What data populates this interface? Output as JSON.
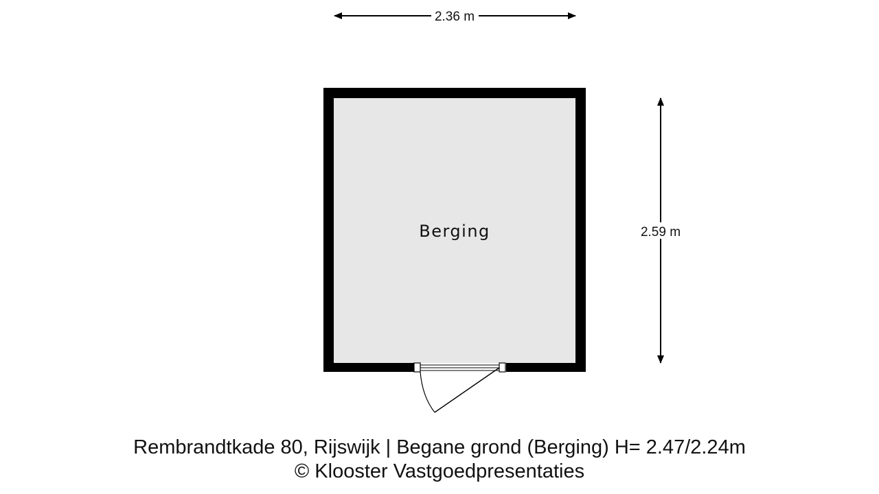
{
  "floorplan": {
    "room": {
      "name": "Berging",
      "fill_color": "#e7e7e7",
      "wall_color": "#000000"
    },
    "dimensions": {
      "width_label": "2.36 m",
      "height_label": "2.59 m"
    },
    "caption": {
      "line1": "Rembrandtkade 80, Rijswijk | Begane grond (Berging) H= 2.47/2.24m",
      "line2": "© Klooster Vastgoedpresentaties"
    },
    "door": {
      "count": 1
    }
  }
}
